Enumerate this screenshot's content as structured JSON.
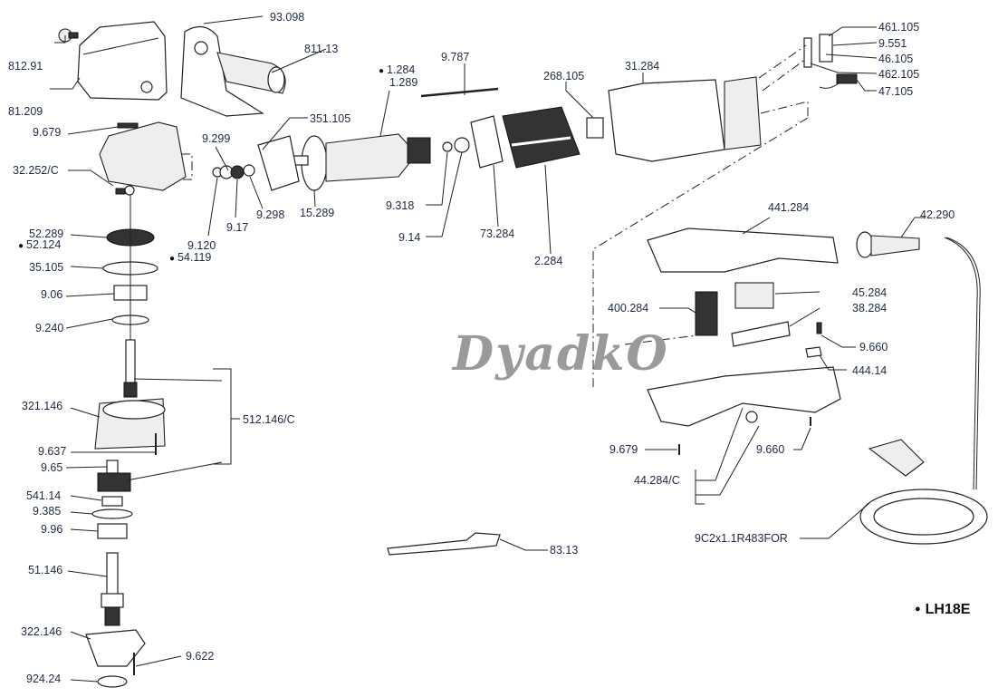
{
  "diagram": {
    "watermark": "DyadkO",
    "model_label": "LH18E",
    "labels": {
      "p812_91": "812.91",
      "p81_209": "81.209",
      "p93_098": "93.098",
      "p811_13": "811.13",
      "p9_679a": "9.679",
      "p32_252c": "32.252/C",
      "p9_299": "9.299",
      "p351_105": "351.105",
      "p1_284": "1.284",
      "p1_289": "1.289",
      "p9_787": "9.787",
      "p268_105": "268.105",
      "p31_284": "31.284",
      "p461_105": "461.105",
      "p9_551": "9.551",
      "p46_105": "46.105",
      "p462_105": "462.105",
      "p47_105": "47.105",
      "p52_289": "52.289",
      "p52_124": "52.124",
      "p9_17": "9.17",
      "p9_298": "9.298",
      "p15_289": "15.289",
      "p9_318": "9.318",
      "p9_14": "9.14",
      "p73_284": "73.284",
      "p2_284": "2.284",
      "p9_120": "9.120",
      "p54_119": "54.119",
      "p35_105": "35.105",
      "p9_06": "9.06",
      "p9_240": "9.240",
      "p321_146": "321.146",
      "p512_146c": "512.146/C",
      "p9_637": "9.637",
      "p9_65": "9.65",
      "p541_14": "541.14",
      "p9_385": "9.385",
      "p9_96": "9.96",
      "p51_146": "51.146",
      "p322_146": "322.146",
      "p9_622": "9.622",
      "p924_24": "924.24",
      "p441_284": "441.284",
      "p42_290": "42.290",
      "p45_284": "45.284",
      "p400_284": "400.284",
      "p38_284": "38.284",
      "p9_660a": "9.660",
      "p444_14": "444.14",
      "p9_679b": "9.679",
      "p9_660b": "9.660",
      "p44_284c": "44.284/C",
      "p83_13": "83.13",
      "p9c2x": "9C2x1.1R483FOR"
    }
  }
}
